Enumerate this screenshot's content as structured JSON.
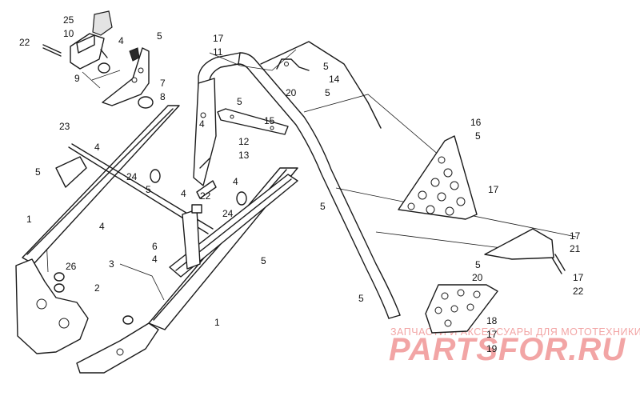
{
  "watermark": {
    "tagline": "ЗАПЧАСТИ И АКСЕССУАРЫ ДЛЯ МОТОТЕХНИКИ",
    "logo": "PARTSFOR.RU",
    "color": "#f2a5a5"
  },
  "callouts": {
    "c25": "25",
    "c10": "10",
    "c4": "4",
    "c22": "22",
    "c5": "5",
    "c9": "9",
    "c7": "7",
    "c8": "8",
    "c17": "17",
    "c11": "11",
    "c14": "14",
    "c20": "20",
    "c15": "15",
    "c12": "12",
    "c13": "13",
    "c16": "16",
    "c23": "23",
    "c24": "24",
    "c1": "1",
    "c6": "6",
    "c3": "3",
    "c26": "26",
    "c2": "2",
    "c21": "21",
    "c18": "18",
    "c19": "19"
  }
}
